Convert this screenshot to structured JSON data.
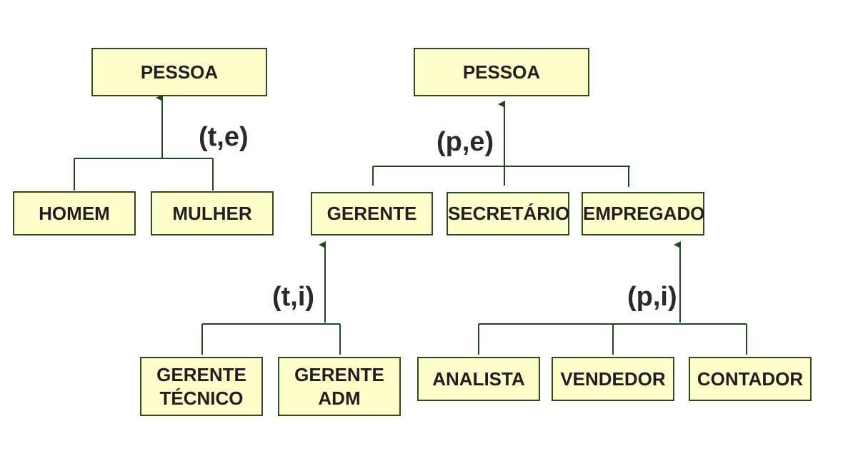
{
  "diagram_a": {
    "parent": "PESSOA",
    "constraint": "(t,e)",
    "children": [
      "HOMEM",
      "MULHER"
    ]
  },
  "diagram_b": {
    "parent": "PESSOA",
    "constraint": "(p,e)",
    "children": [
      "GERENTE",
      "SECRETÁRIO",
      "EMPREGADO"
    ]
  },
  "diagram_c": {
    "parent": "GERENTE",
    "constraint": "(t,i)",
    "children": [
      "GERENTE\nTÉCNICO",
      "GERENTE\nADM"
    ]
  },
  "diagram_d": {
    "parent": "EMPREGADO",
    "constraint": "(p,i)",
    "children": [
      "ANALISTA",
      "VENDEDOR",
      "CONTADOR"
    ]
  },
  "colors": {
    "box_fill": "#ffffcc",
    "line": "#1f4a1f",
    "text": "#1f1f1f"
  }
}
